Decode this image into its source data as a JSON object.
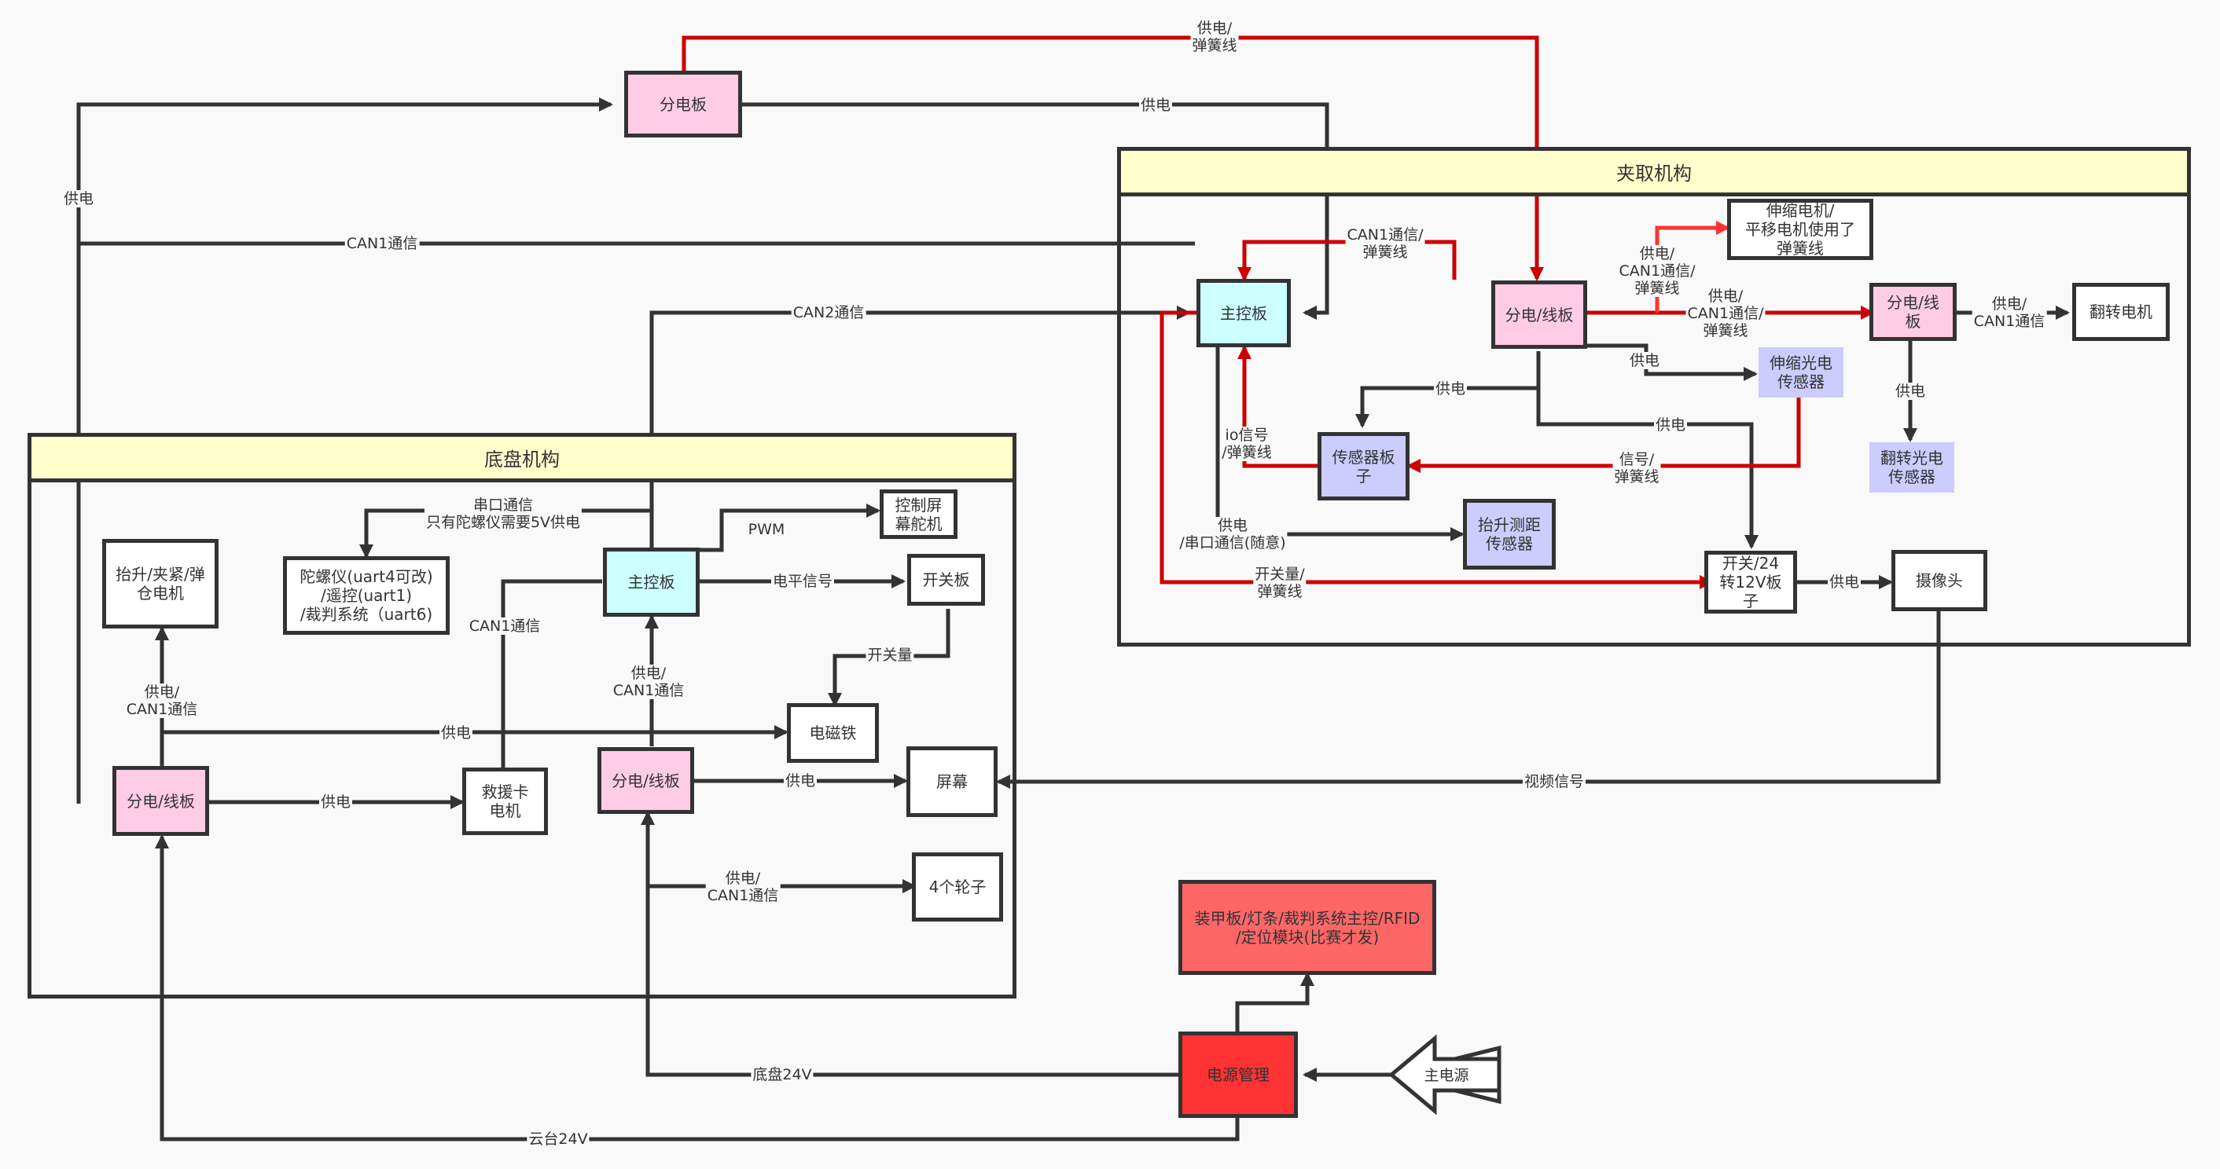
{
  "colors": {
    "pink": "#ffcce6",
    "cyan": "#ccffff",
    "lavender": "#ccccff",
    "header_yellow": "#ffffcc",
    "light_red": "#ff6666",
    "red": "#ff3333",
    "line_dark": "#333333",
    "line_red": "#cc0000"
  },
  "containers": {
    "chassis": "底盘机构",
    "gripper": "夹取机构"
  },
  "blocks": {
    "top_power_board": "分电板",
    "gripper_main": "主控板",
    "gripper_power": "分电/线板",
    "gripper_power2": "分电/线\n板",
    "telescopic_motor": "伸缩电机/\n平移电机使用了\n弹簧线",
    "flip_motor": "翻转电机",
    "telescopic_sensor": "伸缩光电\n传感器",
    "sensor_board": "传感器板\n子",
    "flip_sensor": "翻转光电\n传感器",
    "lift_sensor": "抬升测距\n传感器",
    "switch_board_24": "开关/24\n转12V板\n子",
    "camera": "摄像头",
    "lift_motor": "抬升/夹紧/弹\n仓电机",
    "gyro": "陀螺仪(uart4可改)\n/遥控(uart1)\n/裁判系统（uart6)",
    "chassis_main": "主控板",
    "screen_servo": "控制屏\n幕舵机",
    "switch_board": "开关板",
    "magnet": "电磁铁",
    "chassis_power_left": "分电/线板",
    "rescue_motor": "救援卡\n电机",
    "chassis_power_mid": "分电/线板",
    "screen": "屏幕",
    "wheels": "4个轮子",
    "armor": "装甲板/灯条/裁判系统主控/RFID\n/定位模块(比赛才发)",
    "power_mgmt": "电源管理"
  },
  "labels": {
    "top_red": "供电/\n弹簧线",
    "top_power": "供电",
    "left_power": "供电",
    "can1_long": "CAN1通信",
    "can2": "CAN2通信",
    "gm_can1": "CAN1通信/\n弹簧线",
    "tel_red": "供电/\nCAN1通信/\n弹簧线",
    "gp2_red": "供电/\nCAN1通信/\n弹簧线",
    "flip_link": "供电/\nCAN1通信",
    "tel_sensor_power": "供电",
    "sensor_board_power": "供电",
    "switch_power": "供电",
    "flip_sensor_power": "供电",
    "io_signal": "io信号\n/弹簧线",
    "signal": "信号/\n弹簧线",
    "lift_sensor_link": "供电\n/串口通信(随意)",
    "switch_qty": "开关量/\n弹簧线",
    "camera_power": "供电",
    "serial": "串口通信\n只有陀螺仪需要5V供电",
    "pwm": "PWM",
    "level": "电平信号",
    "chassis_can1": "CAN1通信",
    "switch_qty_short": "开关量",
    "mid_up": "供电/\nCAN1通信",
    "left_up": "供电/\nCAN1通信",
    "magnet_power": "供电",
    "rescue_power": "供电",
    "screen_power": "供电",
    "wheels_link": "供电/\nCAN1通信",
    "video": "视频信号",
    "chassis24": "底盘24V",
    "gimbal24": "云台24V",
    "main_power": "主电源"
  }
}
